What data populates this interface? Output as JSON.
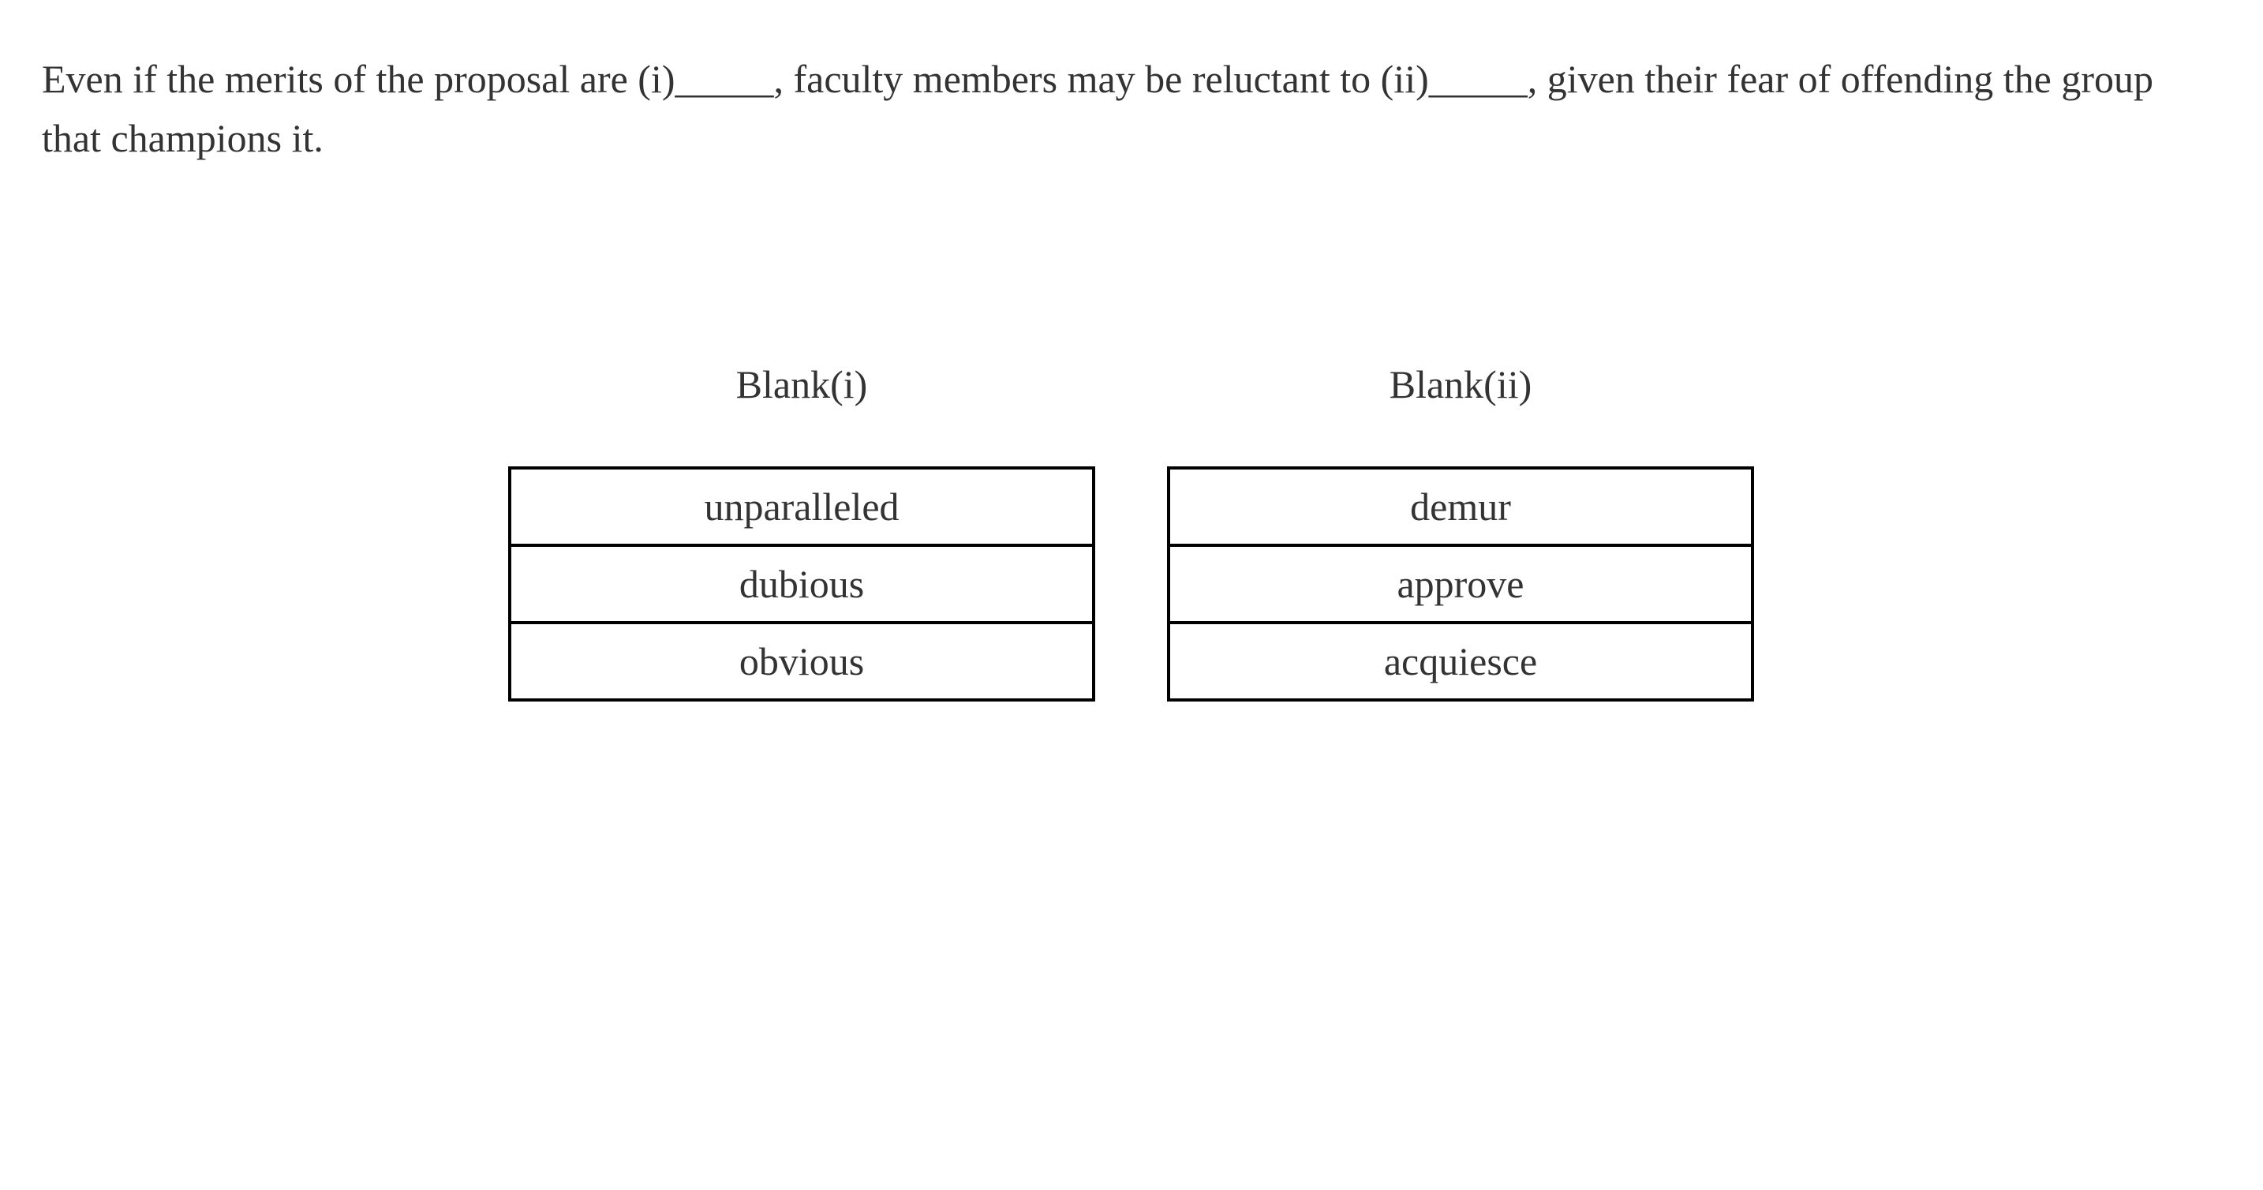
{
  "page": {
    "background_color": "#ffffff",
    "text_color": "#333333",
    "border_color": "#000000"
  },
  "question": {
    "text": "Even if the merits of the proposal are (i)_____, faculty members may be reluctant to (ii)_____, given their fear of offending the group that champions it."
  },
  "blanks": [
    {
      "label": "Blank(i)",
      "options": [
        "unparalleled",
        "dubious",
        "obvious"
      ]
    },
    {
      "label": "Blank(ii)",
      "options": [
        "demur",
        "approve",
        "acquiesce"
      ]
    }
  ]
}
